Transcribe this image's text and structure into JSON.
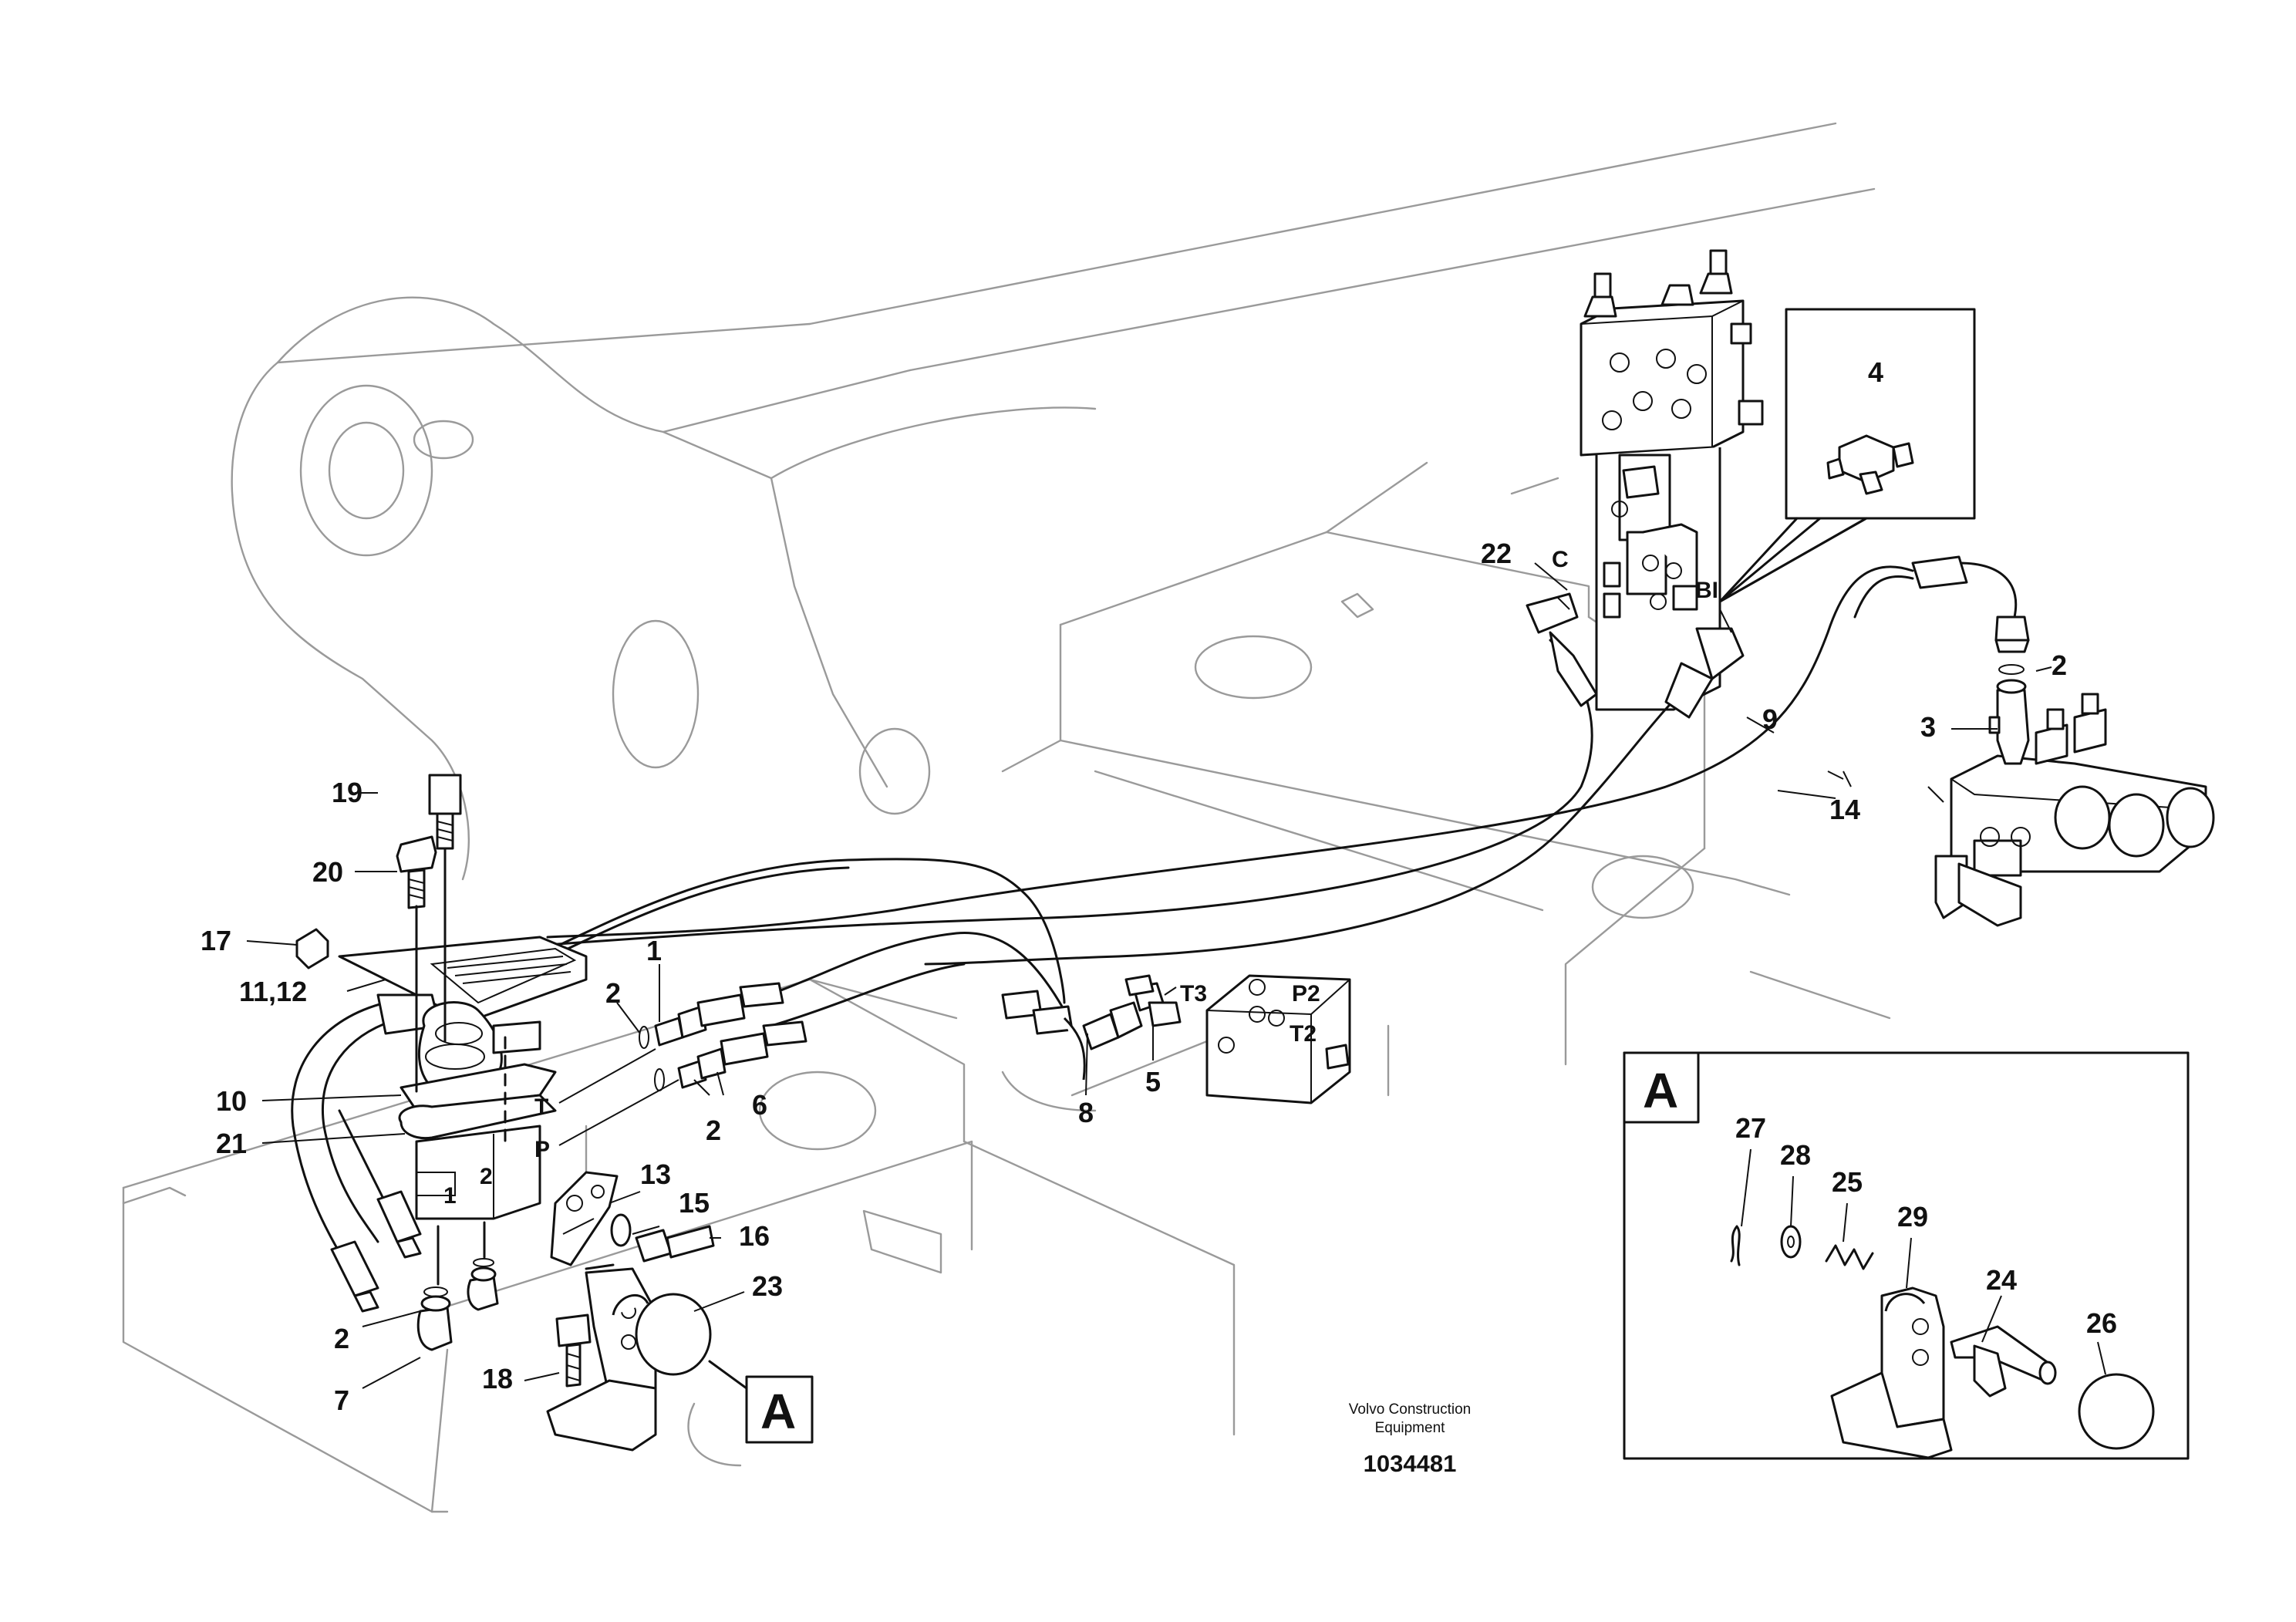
{
  "caption": {
    "line1": "Volvo Construction",
    "line2": "Equipment",
    "figure_number": "1034481"
  },
  "detail_label": "A",
  "callout_label": "A",
  "part_numbers": {
    "n1a": "1",
    "n1b": "1",
    "n2a": "2",
    "n2b": "2",
    "n2c": "2",
    "n2d": "2",
    "n2e": "2",
    "n3": "3",
    "n4": "4",
    "n5": "5",
    "n6": "6",
    "n7": "7",
    "n8": "8",
    "n9": "9",
    "n10": "10",
    "n11_12": "11,12",
    "n13": "13",
    "n14": "14",
    "n15": "15",
    "n16": "16",
    "n17": "17",
    "n18": "18",
    "n19": "19",
    "n20": "20",
    "n21": "21",
    "n22": "22",
    "n23": "23",
    "n24": "24",
    "n25": "25",
    "n26": "26",
    "n27": "27",
    "n28": "28",
    "n29": "29"
  },
  "port_labels": {
    "C": "C",
    "BI": "BI",
    "T": "T",
    "P": "P",
    "T3": "T3",
    "P2": "P2",
    "T2": "T2"
  }
}
